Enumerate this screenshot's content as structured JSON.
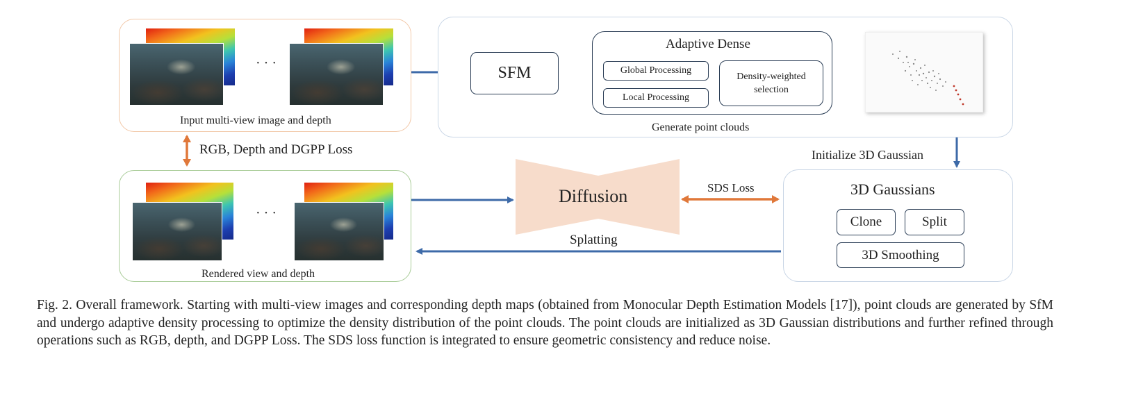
{
  "diagram": {
    "input_panel_label": "Input multi-view image and depth",
    "rendered_panel_label": "Rendered view and depth",
    "ellipsis": "· · ·",
    "loss_label": "RGB, Depth and DGPP Loss",
    "sfm_label": "SFM",
    "adaptive_dense_title": "Adaptive Dense",
    "global_processing": "Global Processing",
    "local_processing": "Local Processing",
    "density_weighted_selection": "Density-weighted selection",
    "generate_point_clouds": "Generate point clouds",
    "initialize_label": "Initialize 3D Gaussian",
    "gaussians_title": "3D Gaussians",
    "clone_label": "Clone",
    "split_label": "Split",
    "smoothing_label": "3D Smoothing",
    "diffusion_label": "Diffusion",
    "sds_loss_label": "SDS Loss",
    "splatting_label": "Splatting",
    "colors": {
      "blue_arrow": "#3d6aa8",
      "orange_arrow": "#e0783a",
      "diffusion_fill": "#f7dccb",
      "input_border": "#f2c8a8",
      "rendered_border": "#a9cc98",
      "right_border": "#c9d6e6"
    }
  },
  "caption": {
    "text": "Fig. 2.   Overall framework. Starting with multi-view images and corresponding depth maps (obtained from Monocular Depth Estimation Models [17]), point clouds are generated by SfM and undergo adaptive density processing to optimize the density distribution of the point clouds. The point clouds are initialized as 3D Gaussian distributions and further refined through operations such as RGB, depth, and DGPP Loss. The SDS loss function is integrated to ensure geometric consistency and reduce noise."
  }
}
